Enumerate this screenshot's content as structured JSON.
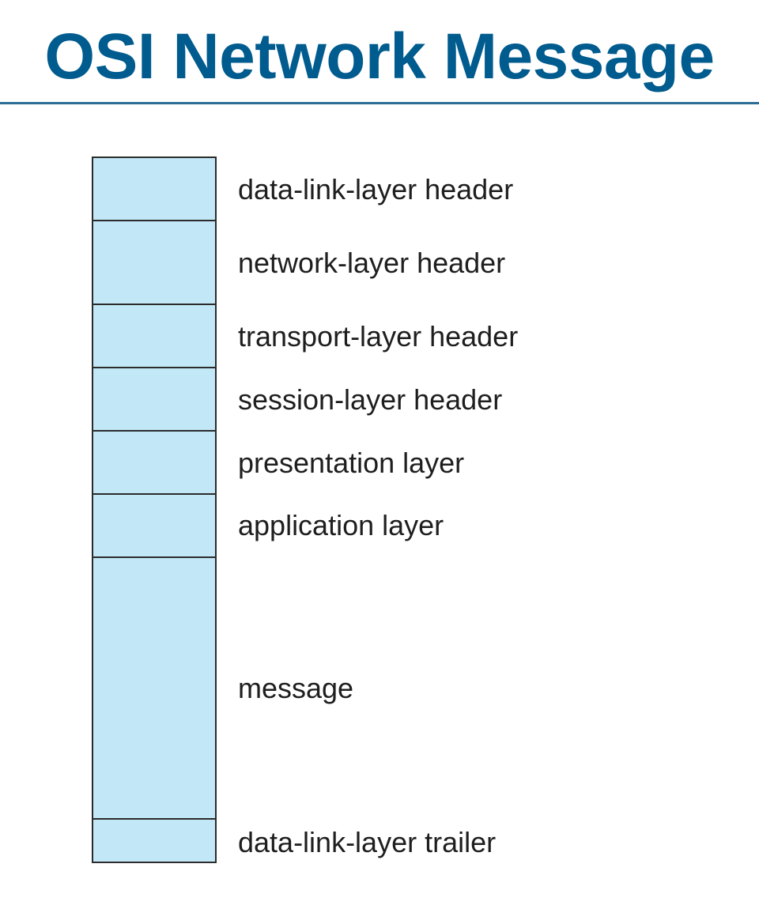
{
  "title": "OSI Network Message",
  "colors": {
    "title": "#005b8e",
    "rule": "#2c6d96",
    "segment_fill": "#c2e8f8",
    "segment_border": "#2b2b2b",
    "label": "#1e1e1e"
  },
  "segments": [
    {
      "label": "data-link-layer header"
    },
    {
      "label": "network-layer header"
    },
    {
      "label": "transport-layer header"
    },
    {
      "label": "session-layer header"
    },
    {
      "label": "presentation layer"
    },
    {
      "label": "application layer"
    },
    {
      "label": "message"
    },
    {
      "label": "data-link-layer trailer"
    }
  ]
}
